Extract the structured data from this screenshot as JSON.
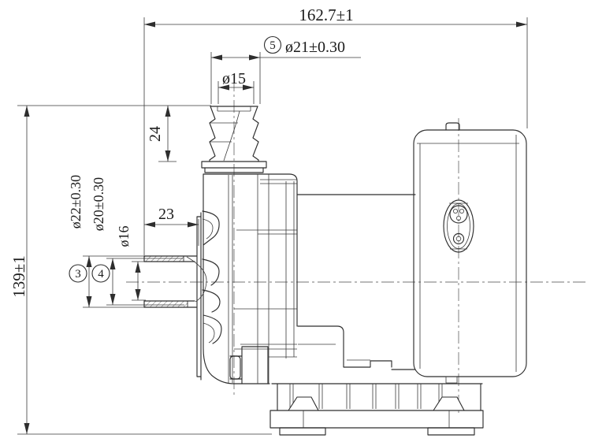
{
  "drawing": {
    "type": "technical-drawing",
    "view": "pump-side-elevation",
    "colors": {
      "line": "#2e2e2e",
      "background": "#ffffff"
    },
    "dimensions": {
      "overall_length": "162.7±1",
      "overall_height": "139±1",
      "outlet_od": "ø21±0.30",
      "outlet_tip": "ø15",
      "outlet_height": "24",
      "inlet_projection": "23",
      "inlet_od": "ø22±0.30",
      "inlet_mid_od": "ø20±0.30",
      "inlet_bore": "ø16"
    },
    "callouts": {
      "inlet_od_no": "3",
      "inlet_mid_no": "4",
      "outlet_no": "5"
    }
  }
}
